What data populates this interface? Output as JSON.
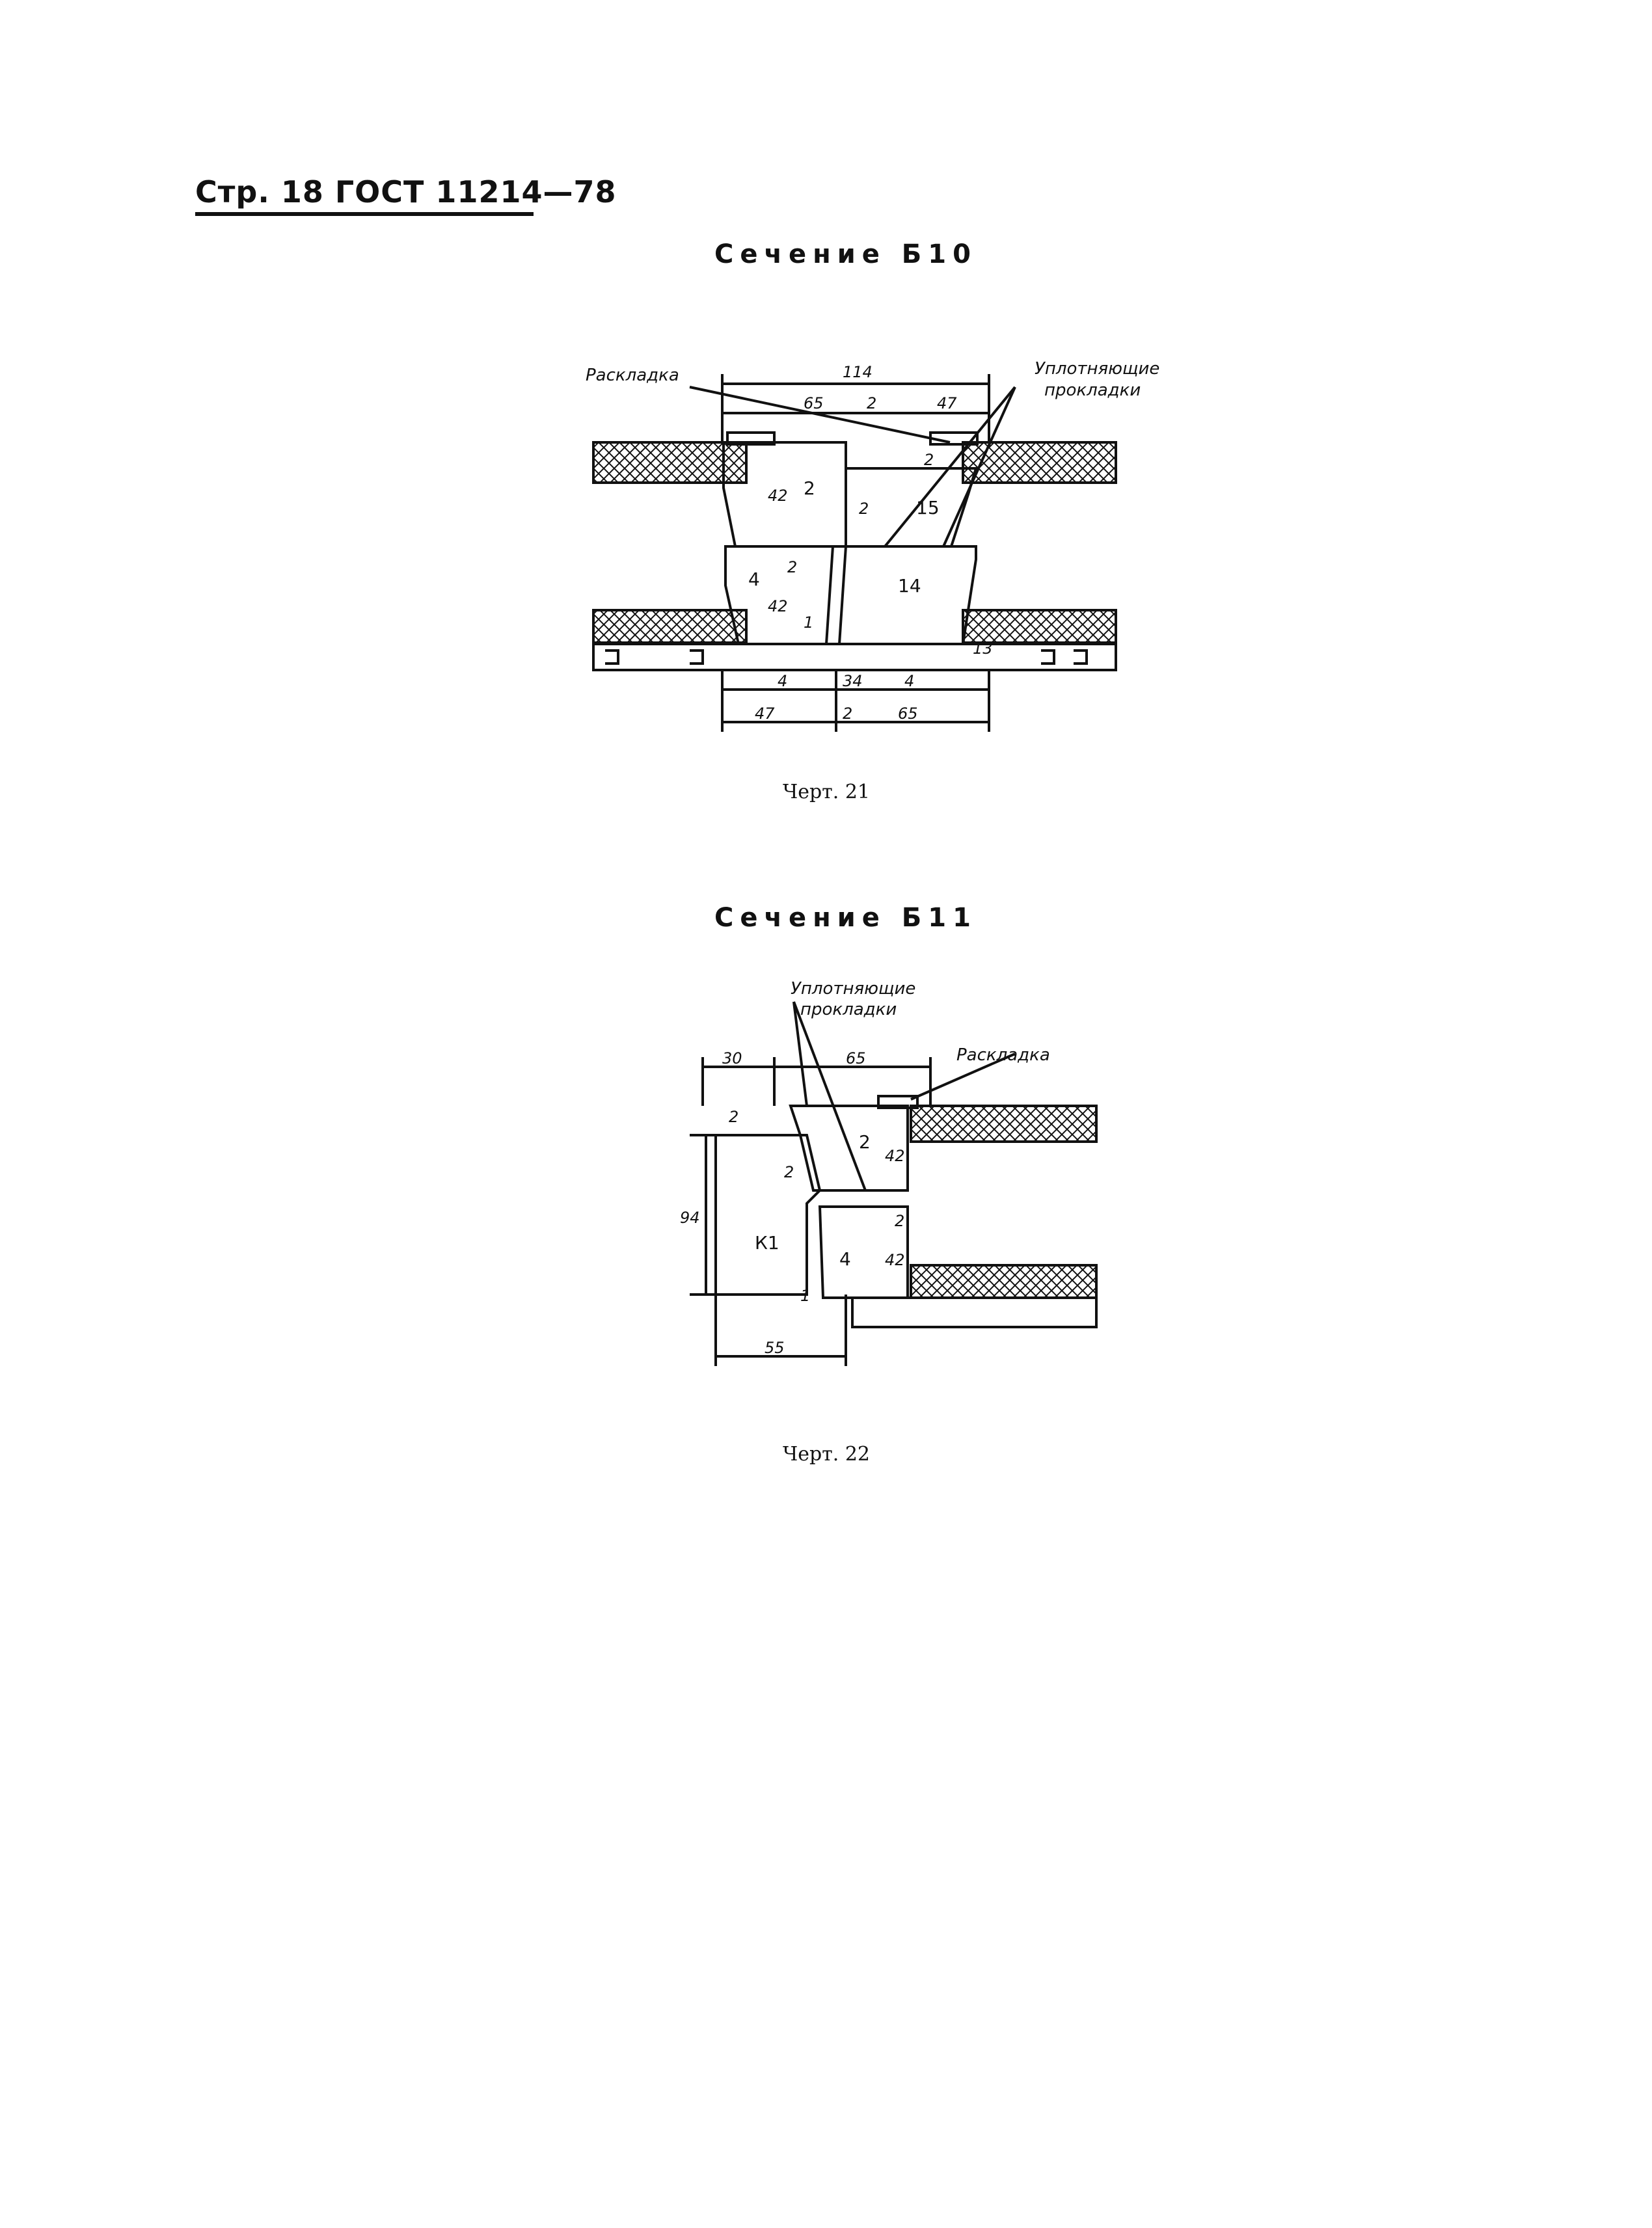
{
  "header": {
    "text": "Стр. 18 ГОСТ 11214—78"
  },
  "sections": [
    {
      "title": "Сечение Б10",
      "caption": "Черт. 21",
      "labels": {
        "raskladka": "Раскладка",
        "seal_line1": "Уплотняющие",
        "seal_line2": "прокладки"
      },
      "parts": [
        "2",
        "15",
        "4",
        "14"
      ],
      "dims": [
        "114",
        "65",
        "47",
        "2",
        "2",
        "2",
        "42",
        "42",
        "2",
        "1",
        "13",
        "4",
        "34",
        "4",
        "47",
        "2",
        "65"
      ]
    },
    {
      "title": "Сечение Б11",
      "caption": "Черт. 22",
      "labels": {
        "seal_line1": "Уплотняющие",
        "seal_line2": "прокладки",
        "raskladka": "Раскладка"
      },
      "parts": [
        "2",
        "4",
        "К1"
      ],
      "dims": [
        "30",
        "65",
        "2",
        "2",
        "42",
        "2",
        "42",
        "94",
        "1",
        "55"
      ]
    }
  ]
}
